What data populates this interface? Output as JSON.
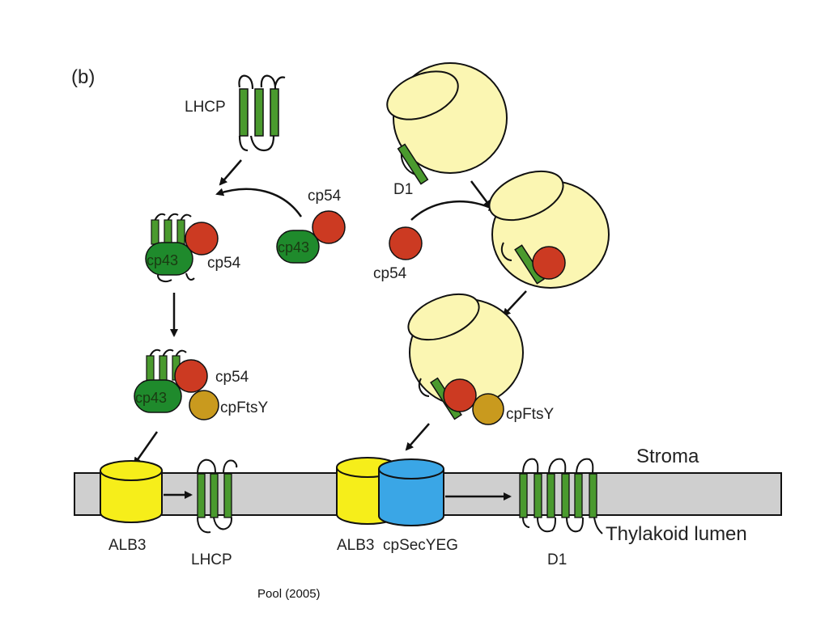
{
  "panel_label": "(b)",
  "labels": {
    "lhcp_top": "LHCP",
    "d1_top": "D1",
    "cp54_free_left": "cp54",
    "cp43_free_left": "cp43",
    "cp54_free_right": "cp54",
    "complex1_cp43": "cp43",
    "complex1_cp54": "cp54",
    "complex2_cp43": "cp43",
    "complex2_cp54": "cp54",
    "complex2_cpftsy": "cpFtsY",
    "ribosome_cpftsy": "cpFtsY",
    "stroma": "Stroma",
    "lumen": "Thylakoid lumen",
    "alb3_left": "ALB3",
    "lhcp_membrane": "LHCP",
    "alb3_right": "ALB3",
    "cpsecyeg": "cpSecYEG",
    "d1_membrane": "D1"
  },
  "caption": "Pool (2005)",
  "colors": {
    "helix": "#4a9a2e",
    "cp43": "#1f8a2c",
    "cp54": "#cc3a22",
    "cpftsy": "#c99a1e",
    "ribosome": "#fbf6b2",
    "alb3": "#f6ee1a",
    "cpsecyeg": "#3aa6e6",
    "membrane": "#cfcfcf"
  }
}
